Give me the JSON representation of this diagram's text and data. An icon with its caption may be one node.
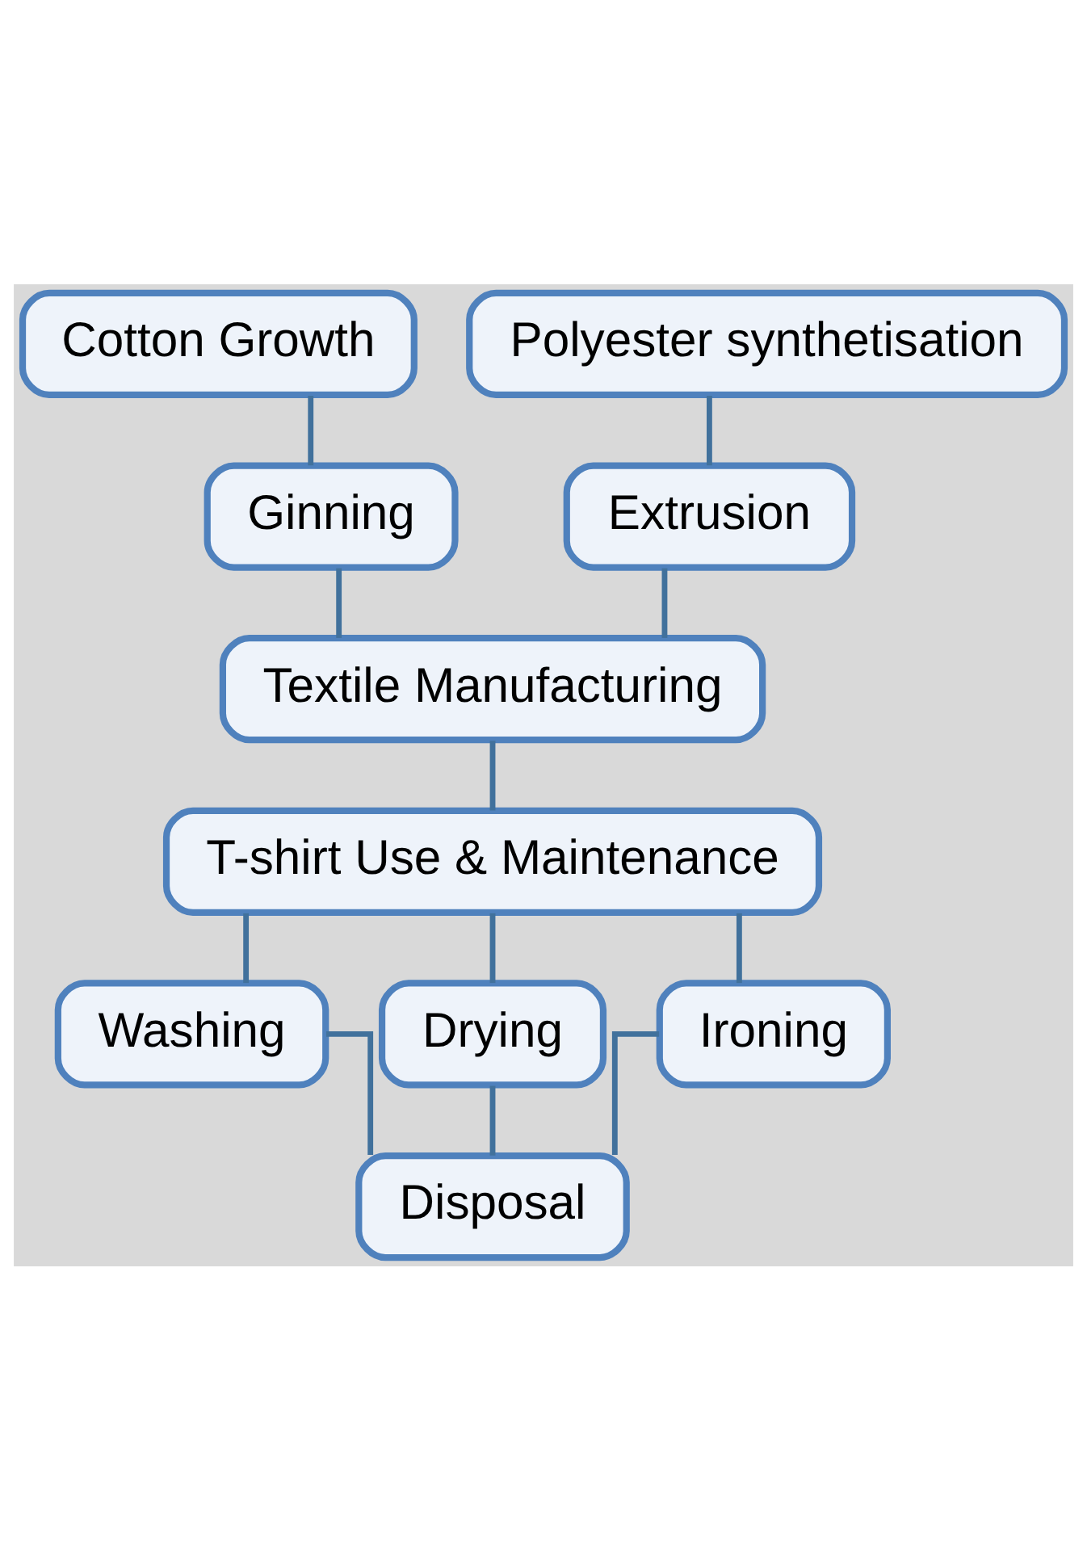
{
  "diagram": {
    "nodes": [
      {
        "text": [
          "Cotton Growth"
        ]
      },
      {
        "text": [
          "Polyester synthetisation"
        ]
      },
      {
        "text": [
          "Ginning"
        ]
      },
      {
        "text": [
          "Extrusion"
        ]
      },
      {
        "text": [
          "Textile Manufacturing"
        ]
      },
      {
        "text": [
          "T-shirt Use & Maintenance"
        ]
      },
      {
        "text": [
          "Washing"
        ]
      },
      {
        "text": [
          "Drying"
        ]
      },
      {
        "text": [
          "Ironing"
        ]
      },
      {
        "text": [
          "Disposal"
        ]
      }
    ],
    "edges": [
      {
        "from": 0,
        "to": 2,
        "arrow": "none"
      },
      {
        "from": 1,
        "to": 3,
        "arrow": "none"
      },
      {
        "from": 2,
        "to": 4,
        "arrow": "none"
      },
      {
        "from": 3,
        "to": 4,
        "arrow": "none"
      },
      {
        "from": 4,
        "to": 5,
        "arrow": "none"
      },
      {
        "from": 5,
        "to": 6,
        "arrow": "none"
      },
      {
        "from": 5,
        "to": 7,
        "arrow": "none"
      },
      {
        "from": 5,
        "to": 8,
        "arrow": "none"
      },
      {
        "from": 6,
        "to": 9,
        "arrow": "none"
      },
      {
        "from": 7,
        "to": 9,
        "arrow": "none"
      },
      {
        "from": 8,
        "to": 9,
        "arrow": "none"
      }
    ]
  }
}
